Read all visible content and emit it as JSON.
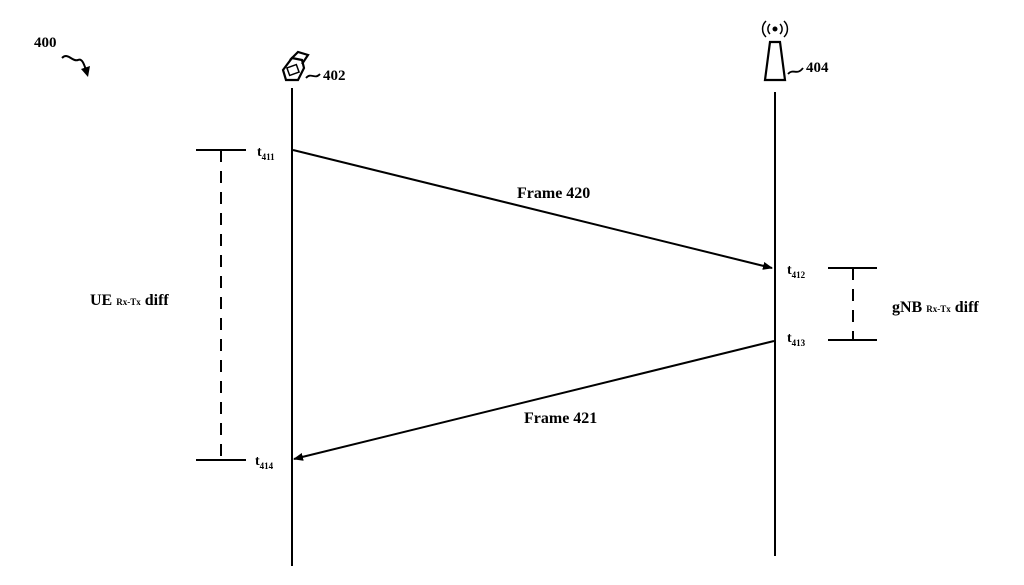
{
  "figure": {
    "ref": "400"
  },
  "entities": [
    {
      "ref": "402",
      "icon": "mobile-phone-icon"
    },
    {
      "ref": "404",
      "icon": "base-station-antenna-icon"
    }
  ],
  "timestamps": {
    "t411": {
      "base": "t",
      "sub": "411"
    },
    "t412": {
      "base": "t",
      "sub": "412"
    },
    "t413": {
      "base": "t",
      "sub": "413"
    },
    "t414": {
      "base": "t",
      "sub": "414"
    }
  },
  "messages": [
    {
      "label": "Frame 420",
      "from": "402",
      "to": "404"
    },
    {
      "label": "Frame 421",
      "from": "404",
      "to": "402"
    }
  ],
  "intervals": {
    "ue": {
      "main": "UE",
      "sub": "Rx-Tx",
      "tail": "diff"
    },
    "gnb": {
      "main": "gNB",
      "sub": "Rx-Tx",
      "tail": "diff"
    }
  }
}
